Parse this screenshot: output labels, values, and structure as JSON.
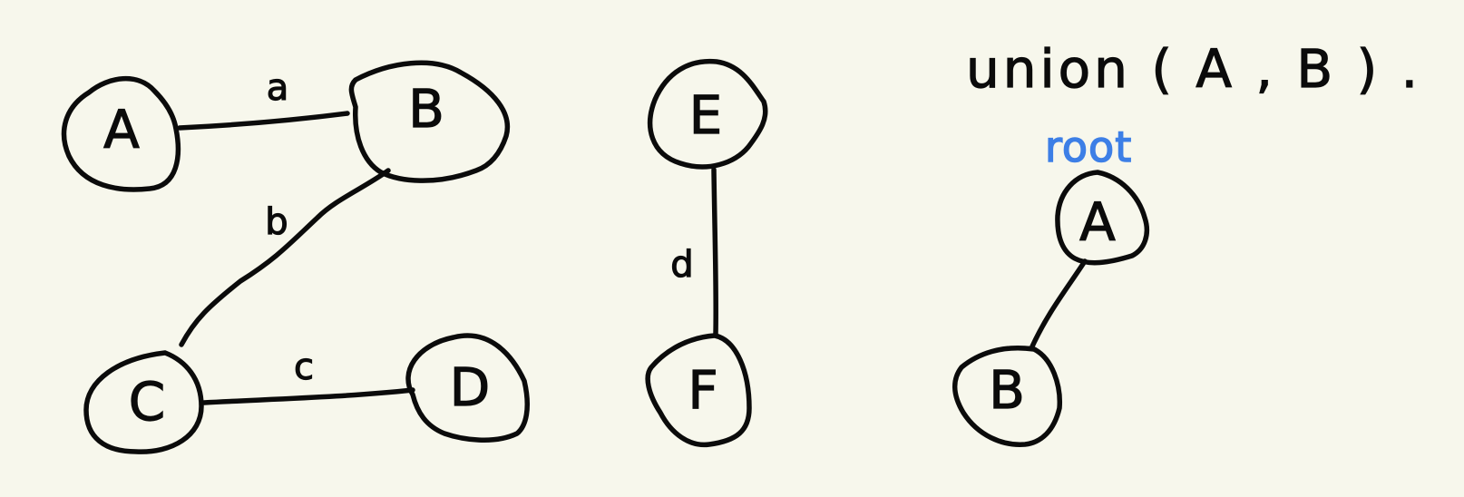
{
  "operation": {
    "text": "union ( A , B ) ."
  },
  "graph": {
    "nodes": [
      {
        "id": "A",
        "label": "A"
      },
      {
        "id": "B",
        "label": "B"
      },
      {
        "id": "C",
        "label": "C"
      },
      {
        "id": "D",
        "label": "D"
      },
      {
        "id": "E",
        "label": "E"
      },
      {
        "id": "F",
        "label": "F"
      }
    ],
    "edges": [
      {
        "from": "A",
        "to": "B",
        "label": "a"
      },
      {
        "from": "B",
        "to": "C",
        "label": "b"
      },
      {
        "from": "C",
        "to": "D",
        "label": "c"
      },
      {
        "from": "E",
        "to": "F",
        "label": "d"
      }
    ]
  },
  "result_tree": {
    "root_marker": "root",
    "root": {
      "label": "A"
    },
    "child": {
      "label": "B"
    }
  },
  "colors": {
    "background": "#f7f7ec",
    "ink": "#0b0b0b",
    "root_marker": "#3d7fe6"
  }
}
